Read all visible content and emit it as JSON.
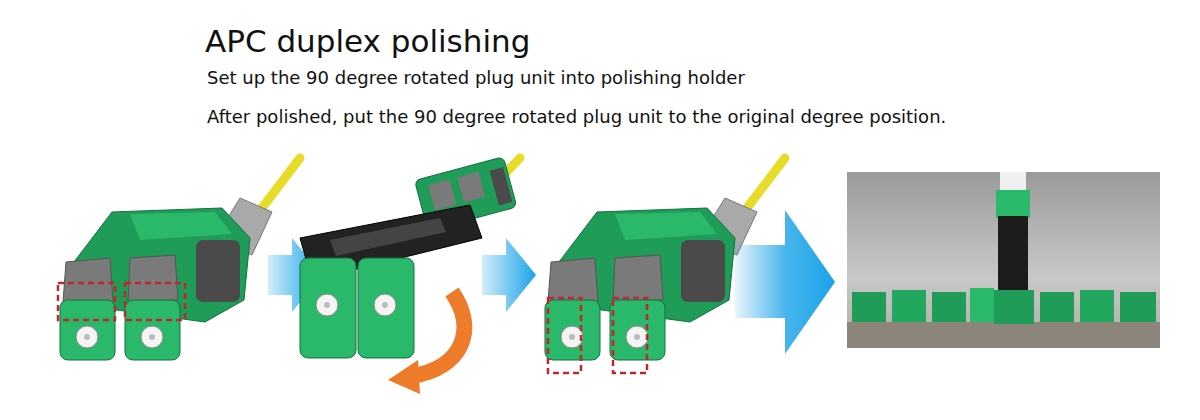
{
  "diagram": {
    "title": "APC duplex polishing",
    "labels": [
      "Set up the 90 degree rotated plug unit into polishing holder",
      "After polished, put the 90 degree rotated plug unit to the original degree position."
    ]
  }
}
